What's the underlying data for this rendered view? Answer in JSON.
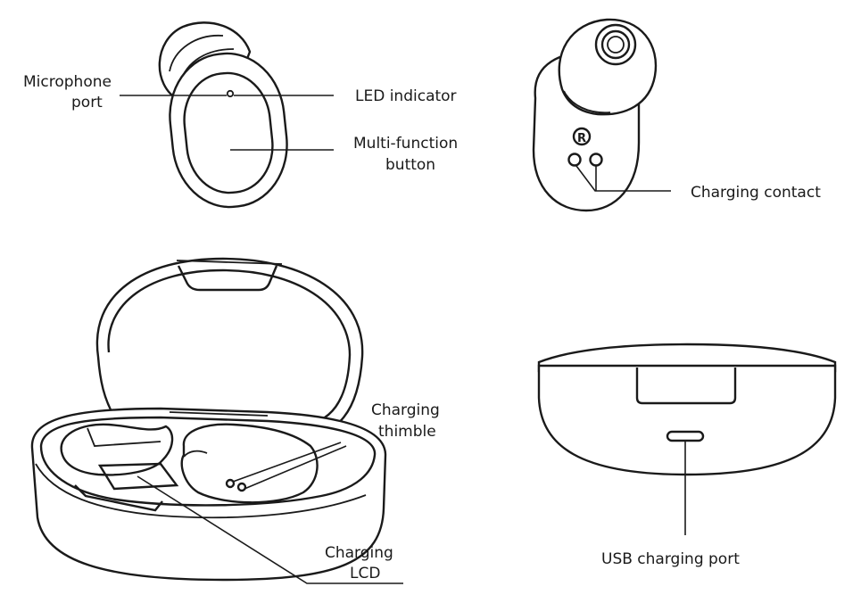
{
  "labels": {
    "microphone_port_line1": "Microphone",
    "microphone_port_line2": "port",
    "led_indicator": "LED indicator",
    "multi_function_line1": "Multi-function",
    "multi_function_line2": "button",
    "charging_contact": "Charging contact",
    "charging_thimble_line1": "Charging",
    "charging_thimble_line2": "thimble",
    "charging_lcd_line1": "Charging",
    "charging_lcd_line2": "LCD",
    "usb_charging_port": "USB charging port"
  },
  "marks": {
    "earbud_logo_letter": "R"
  },
  "colors": {
    "line": "#1a1a1a",
    "background": "#ffffff"
  }
}
